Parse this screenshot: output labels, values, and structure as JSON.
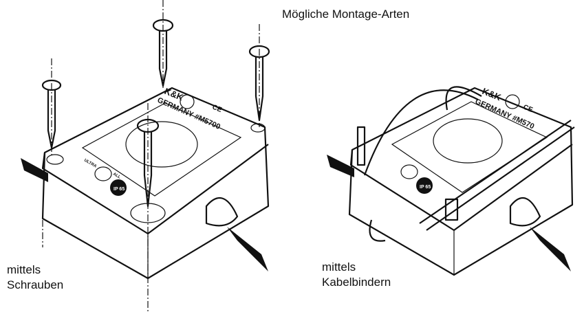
{
  "title": "Mögliche Montage-Arten",
  "left": {
    "caption_line1": "mittels",
    "caption_line2": "Schrauben"
  },
  "right": {
    "caption_line1": "mittels",
    "caption_line2": "Kabelbindern"
  },
  "device": {
    "brand": "K&K",
    "model_left": "GERMANY #M5700",
    "model_right": "GERMANY #M570",
    "ultra_part1": "ULTRA",
    "ultra_part2": "ALL",
    "ip_rating": "IP 65",
    "ce_mark": "CE"
  }
}
